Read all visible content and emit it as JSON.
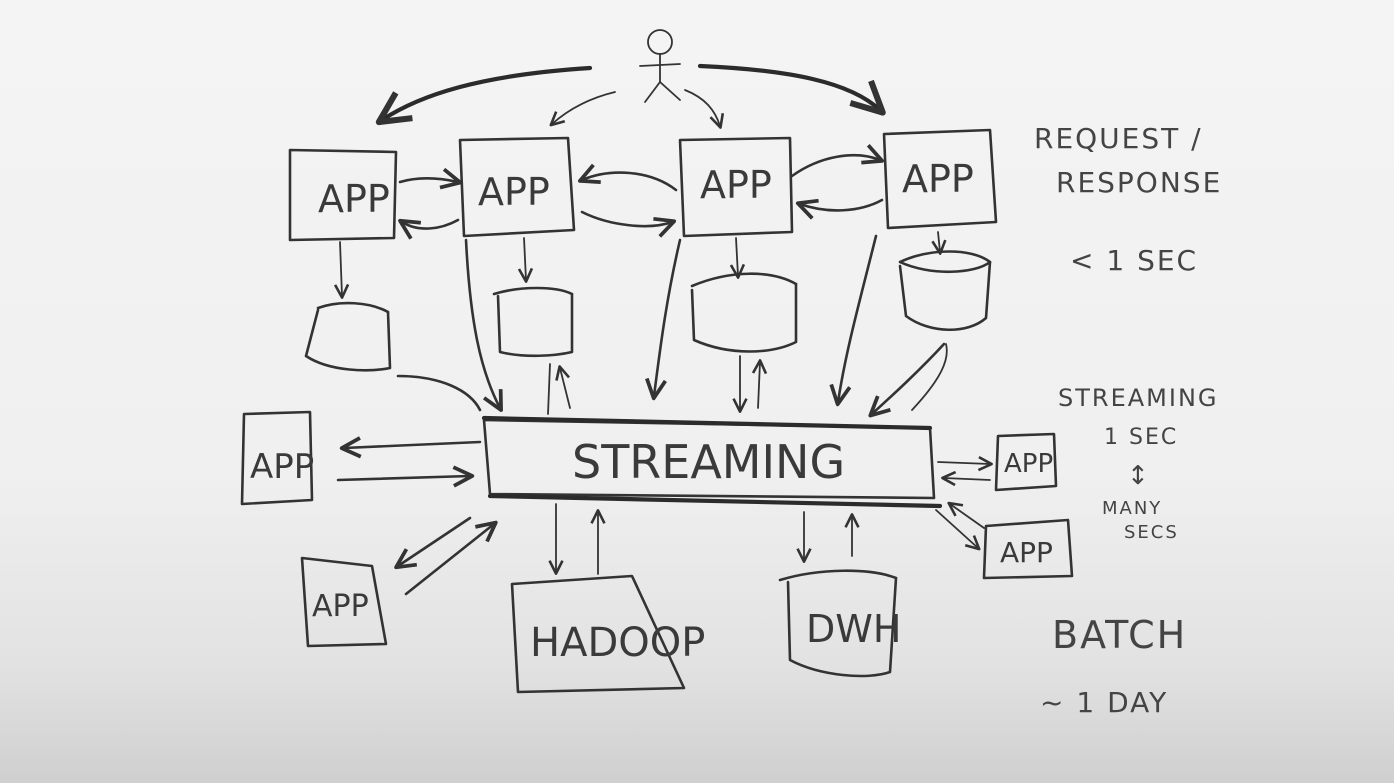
{
  "diagram": {
    "app_label": "APP",
    "streaming_label": "STREAMING",
    "hadoop_label": "HADOOP",
    "dwh_label": "DWH"
  },
  "notes": {
    "request_response": "REQUEST /",
    "request_response_2": "RESPONSE",
    "sub_second": "< 1 SEC",
    "streaming": "STREAMING",
    "one_sec": "1 SEC",
    "updown": "↕",
    "many": "MANY",
    "secs": "SECS",
    "batch": "BATCH",
    "one_day": "~ 1 DAY"
  },
  "colors": {
    "ink": "#333333",
    "board": "#f2f2f2"
  }
}
